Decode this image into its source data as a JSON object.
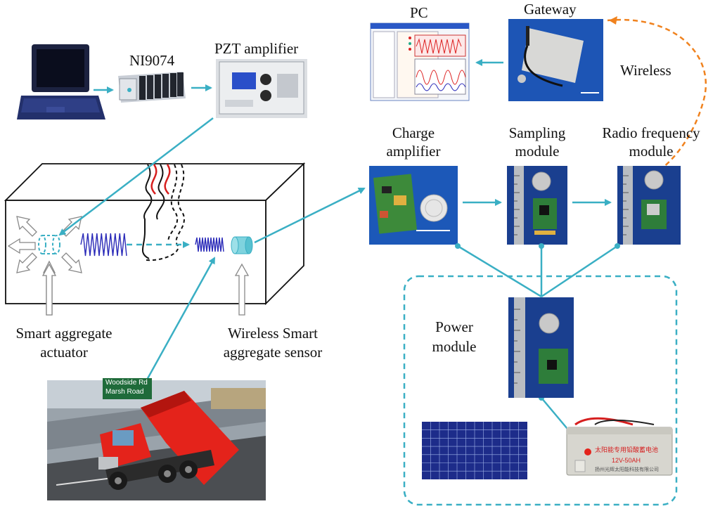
{
  "labels": {
    "ni9074": "NI9074",
    "pzt_amplifier": "PZT amplifier",
    "pc": "PC",
    "gateway": "Gateway",
    "wireless": "Wireless",
    "charge_amplifier_1": "Charge",
    "charge_amplifier_2": "amplifier",
    "sampling_module_1": "Sampling",
    "sampling_module_2": "module",
    "radio_frequency_1": "Radio frequency",
    "radio_frequency_2": "module",
    "power_module_1": "Power",
    "power_module_2": "module",
    "actuator_1": "Smart aggregate",
    "actuator_2": "actuator",
    "sensor_1": "Wireless Smart",
    "sensor_2": "aggregate sensor"
  },
  "road_signs": {
    "line1": "Woodside Rd",
    "line2": "Marsh Road"
  },
  "battery": {
    "brand": "太阳能专用铅酸蓄电池",
    "spec": "12V-50AH",
    "maker": "扬州光辉太阳能科技有限公司"
  },
  "colors": {
    "connector": "#3aafc4",
    "wireless_link": "#f0821e",
    "wave": "#2a2ab8",
    "cable_red": "#d61f1f",
    "module_bg": "#1a3f8f",
    "truck_red": "#e4231b"
  },
  "icons": {
    "laptop": "laptop-icon",
    "daq": "ni9074-daq-icon",
    "amplifier": "pzt-amplifier-icon",
    "pc_screen": "pc-screen-icon",
    "gateway": "gateway-device-icon",
    "solar": "solar-panel-icon",
    "battery": "battery-icon",
    "truck": "dump-truck-icon"
  }
}
